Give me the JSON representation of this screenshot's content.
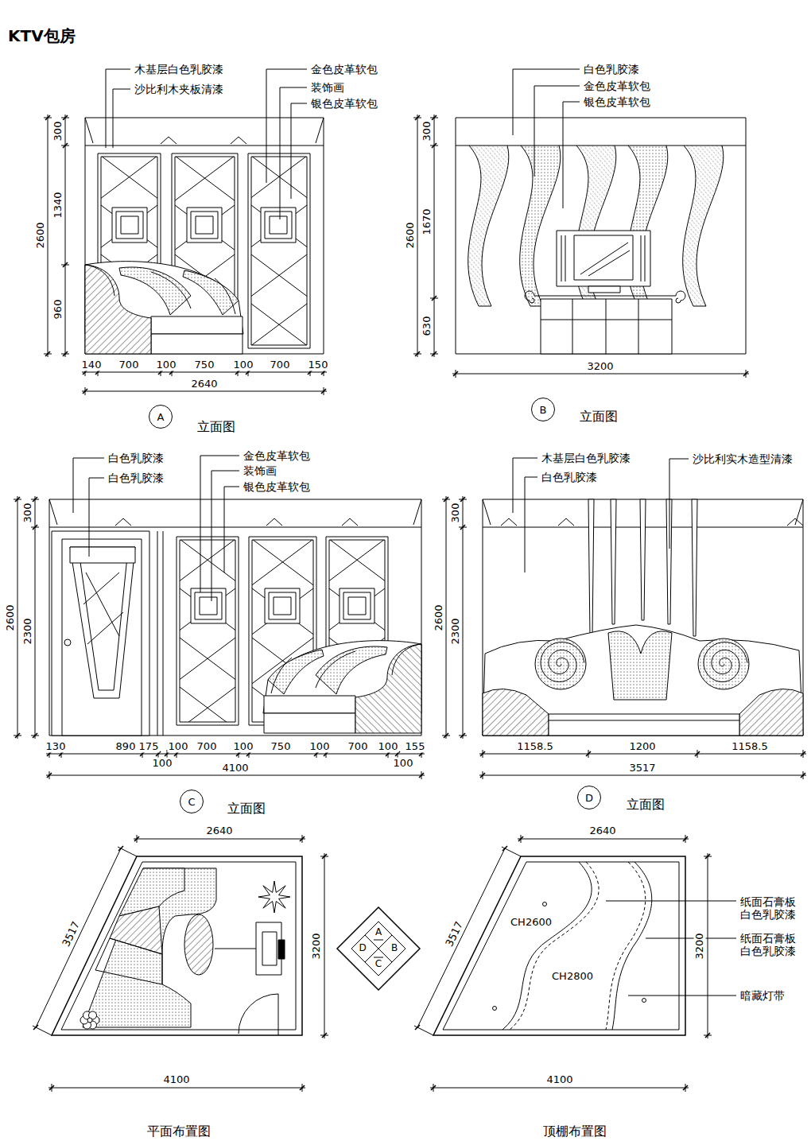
{
  "diagram": {
    "title": "KTV包房",
    "nodes": [
      {
        "text": [
          "A"
        ]
      },
      {
        "text": [
          "B"
        ]
      },
      {
        "text": [
          "C"
        ]
      },
      {
        "text": [
          "D"
        ]
      }
    ],
    "labels": [
      "木基层白色乳胶漆",
      "沙比利木夹板清漆",
      "金色皮革软包",
      "装饰画",
      "银色皮革软包",
      "300",
      "1340",
      "960",
      "2600",
      "140",
      "700",
      "100",
      "750",
      "100",
      "700",
      "150",
      "2640",
      "立面图",
      "白色乳胶漆",
      "金色皮革软包",
      "银色皮革软包",
      "300",
      "1670",
      "630",
      "2600",
      "3200",
      "立面图",
      "白色乳胶漆",
      "白色乳胶漆",
      "金色皮革软包",
      "装饰画",
      "银色皮革软包",
      "300",
      "2300",
      "2600",
      "130",
      "890",
      "175",
      "100",
      "700",
      "100",
      "750",
      "100",
      "700",
      "100",
      "155",
      "100",
      "100",
      "4100",
      "立面图",
      "木基层白色乳胶漆",
      "白色乳胶漆",
      "沙比利实木造型清漆",
      "300",
      "2300",
      "2600",
      "1158.5",
      "1200",
      "1158.5",
      "3517",
      "立面图",
      "2640",
      "3517",
      "3200",
      "4100",
      "平面布置图",
      "A",
      "D",
      "B",
      "C",
      "2640",
      "3517",
      "3200",
      "4100",
      "CH2600",
      "CH2800",
      "纸面石膏板 白色乳胶漆",
      "纸面石膏板 白色乳胶漆",
      "暗藏灯带",
      "顶棚布置图"
    ]
  }
}
